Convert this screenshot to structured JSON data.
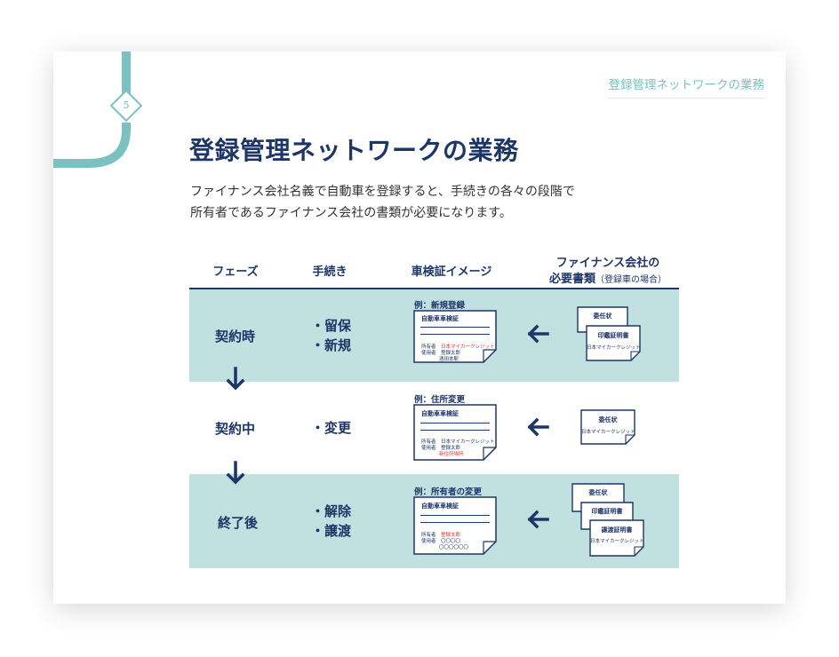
{
  "page": {
    "number": "5",
    "header": "登録管理ネットワークの業務",
    "title": "登録管理ネットワークの業務",
    "description": [
      "ファイナンス会社名義で自動車を登録すると、手続きの各々の段階で",
      "所有者であるファイナンス会社の書類が必要になります。"
    ]
  },
  "columns": {
    "phase": "フェーズ",
    "procedure": "手続き",
    "image": "車検証イメージ",
    "docs_line1": "ファイナンス会社の",
    "docs_line2": "必要書類",
    "docs_note": "（登録車の場合）"
  },
  "rows": [
    {
      "phase": "契約時",
      "procedures": [
        "・留保",
        "・新規"
      ],
      "example": "例：新規登録",
      "certificate": {
        "title": "自動車車検証",
        "owner_label": "所有者",
        "owner_value": "日本マイカークレジット",
        "user_label": "使用者",
        "user_value": "登録太郎",
        "extra": "酒田本駅"
      },
      "docs": [
        {
          "title": "委任状",
          "sub": ""
        },
        {
          "title": "印鑑証明書",
          "sub": "日本マイカークレジット"
        }
      ]
    },
    {
      "phase": "契約中",
      "procedures": [
        "・変更"
      ],
      "example": "例：住所変更",
      "certificate": {
        "title": "自動車車検証",
        "owner_label": "所有者",
        "owner_value": "日本マイカークレジット",
        "user_label": "使用者",
        "user_value": "登録太郎",
        "extra": "新住所場所"
      },
      "docs": [
        {
          "title": "委任状",
          "sub": "日本マイカークレジット"
        }
      ]
    },
    {
      "phase": "終了後",
      "procedures": [
        "・解除",
        "・譲渡"
      ],
      "example": "例：所有者の変更",
      "certificate": {
        "title": "自動車車検証",
        "owner_label": "所有者",
        "owner_value": "登録太郎",
        "user_label": "使用者",
        "user_value": "〇〇〇〇",
        "extra": "〇〇〇〇〇〇"
      },
      "docs": [
        {
          "title": "委任状",
          "sub": ""
        },
        {
          "title": "印鑑証明書",
          "sub": ""
        },
        {
          "title": "譲渡証明書",
          "sub": "日本マイカークレジット"
        }
      ]
    }
  ],
  "colors": {
    "navy": "#1d3567",
    "teal": "#7bc1c1",
    "band": "#c1e1e1",
    "red": "#d93030"
  }
}
